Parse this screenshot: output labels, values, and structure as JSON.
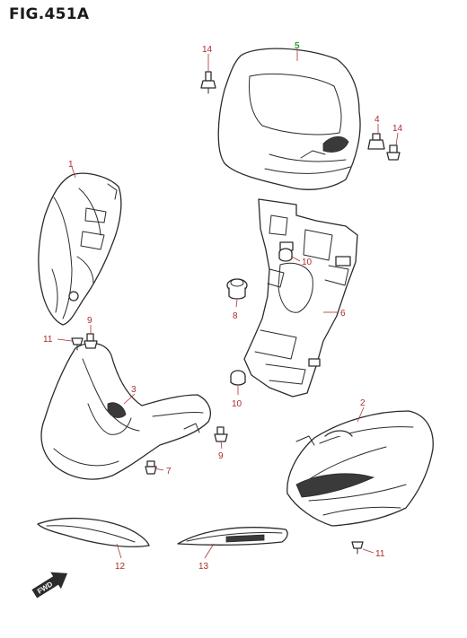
{
  "figure": {
    "title": "FIG.451A"
  },
  "colors": {
    "callout": "#b02a2a",
    "callout_highlight": "#2e9e2e",
    "line": "#2b2b2b"
  },
  "callouts": [
    {
      "id": "c-5",
      "label": "5",
      "highlight": true
    },
    {
      "id": "c-14a",
      "label": "14"
    },
    {
      "id": "c-4",
      "label": "4"
    },
    {
      "id": "c-14b",
      "label": "14"
    },
    {
      "id": "c-1",
      "label": "1"
    },
    {
      "id": "c-10a",
      "label": "10"
    },
    {
      "id": "c-6",
      "label": "6"
    },
    {
      "id": "c-8",
      "label": "8"
    },
    {
      "id": "c-9a",
      "label": "9"
    },
    {
      "id": "c-11a",
      "label": "11"
    },
    {
      "id": "c-3",
      "label": "3"
    },
    {
      "id": "c-10b",
      "label": "10"
    },
    {
      "id": "c-9b",
      "label": "9"
    },
    {
      "id": "c-7",
      "label": "7"
    },
    {
      "id": "c-2",
      "label": "2"
    },
    {
      "id": "c-11b",
      "label": "11"
    },
    {
      "id": "c-12",
      "label": "12"
    },
    {
      "id": "c-13",
      "label": "13"
    }
  ],
  "direction_arrow": {
    "label": "FWD"
  }
}
